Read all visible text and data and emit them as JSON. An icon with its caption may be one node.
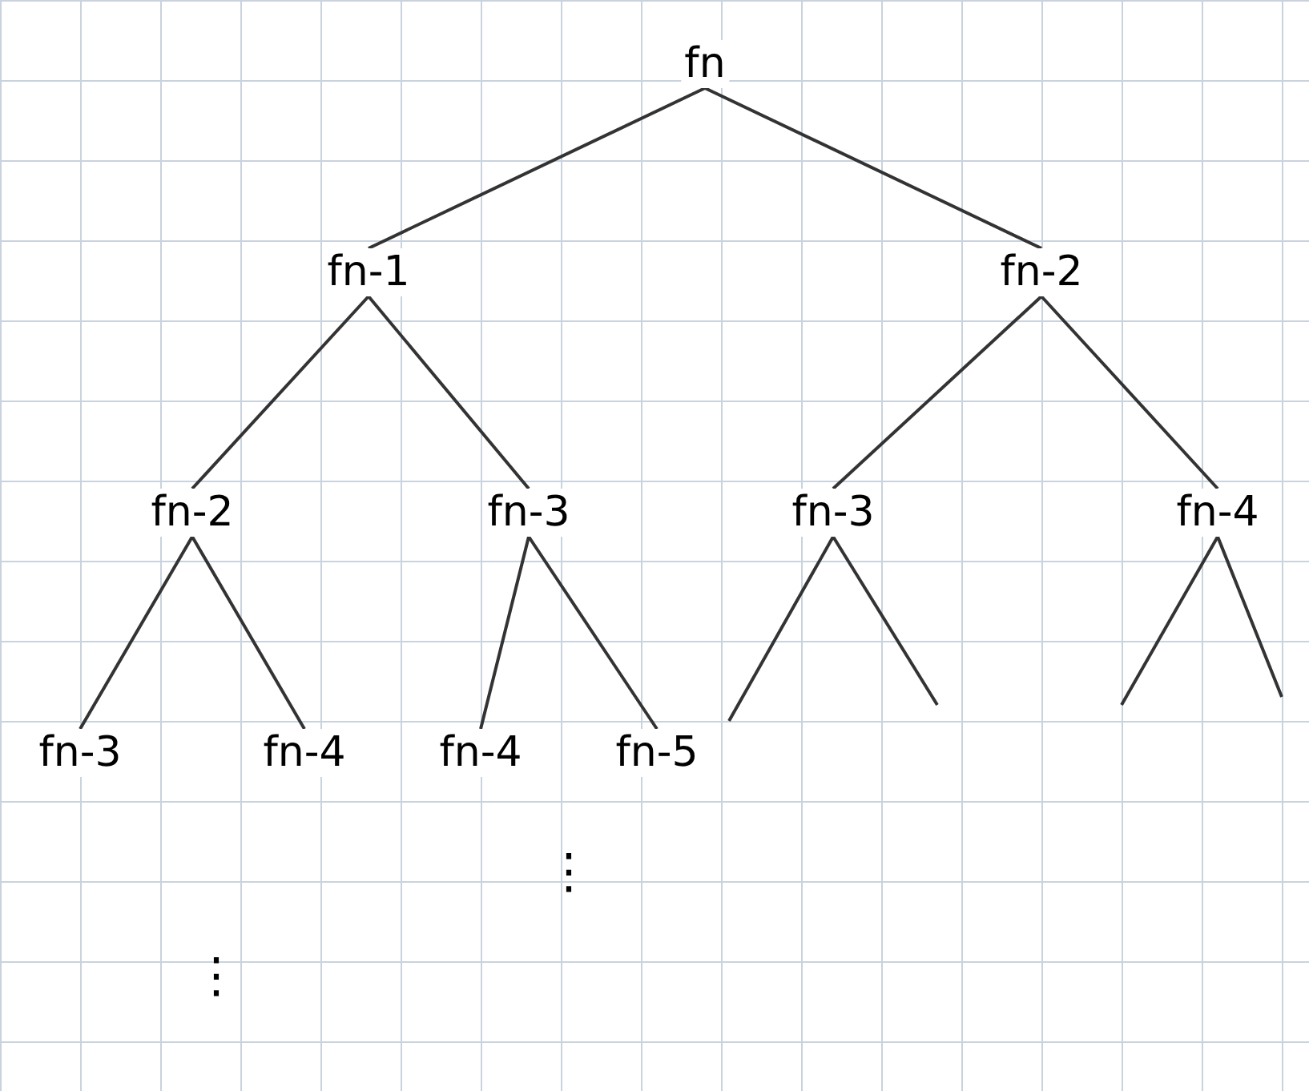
{
  "diagram": {
    "nodes": [
      {
        "text": [
          "fn"
        ]
      },
      {
        "text": [
          "fn-1"
        ]
      },
      {
        "text": [
          "fn-2"
        ]
      },
      {
        "text": [
          "fn-2"
        ]
      },
      {
        "text": [
          "fn-3"
        ]
      },
      {
        "text": [
          "fn-3"
        ]
      },
      {
        "text": [
          "fn-4"
        ]
      },
      {
        "text": [
          "fn-3"
        ]
      },
      {
        "text": [
          "fn-4"
        ]
      },
      {
        "text": [
          "fn-4"
        ]
      },
      {
        "text": [
          "fn-5"
        ]
      }
    ],
    "edges": [
      {
        "from": 0,
        "to": 1,
        "arrow": "none"
      },
      {
        "from": 0,
        "to": 2,
        "arrow": "none"
      },
      {
        "from": 1,
        "to": 3,
        "arrow": "none"
      },
      {
        "from": 1,
        "to": 4,
        "arrow": "none"
      },
      {
        "from": 2,
        "to": 5,
        "arrow": "none"
      },
      {
        "from": 2,
        "to": 6,
        "arrow": "none"
      },
      {
        "from": 3,
        "to": 7,
        "arrow": "none"
      },
      {
        "from": 3,
        "to": 8,
        "arrow": "none"
      },
      {
        "from": 4,
        "to": 9,
        "arrow": "none"
      },
      {
        "from": 4,
        "to": 10,
        "arrow": "none"
      },
      {
        "from": 5,
        "to": null,
        "arrow": "none"
      },
      {
        "from": 5,
        "to": null,
        "arrow": "none"
      },
      {
        "from": 6,
        "to": null,
        "arrow": "none"
      },
      {
        "from": 6,
        "to": null,
        "arrow": "none"
      }
    ],
    "labels": [
      "⋮",
      "⋮"
    ]
  }
}
